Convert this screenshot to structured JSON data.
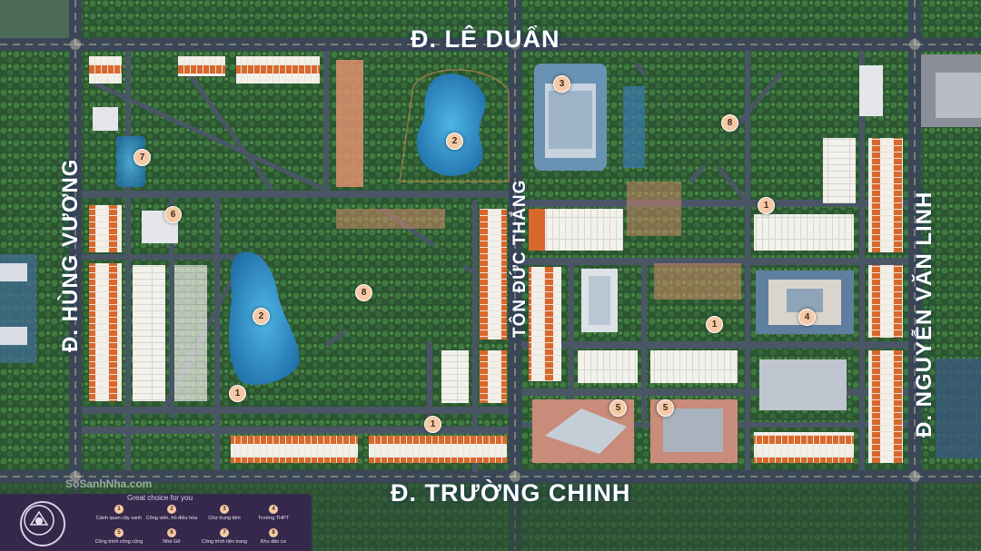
{
  "roads": {
    "top": "Đ. LÊ DUẨN",
    "bottom": "Đ. TRƯỜNG CHINH",
    "left": "Đ. HÙNG VƯƠNG",
    "right": "Đ. NGUYỄN VĂN LINH",
    "center": "TÔN ĐỨC THẮNG"
  },
  "markers": [
    "1",
    "1",
    "1",
    "1",
    "2",
    "2",
    "3",
    "4",
    "5",
    "5",
    "6",
    "7",
    "8",
    "8"
  ],
  "legend": {
    "tagline": "Great choice for you",
    "items": [
      {
        "num": "1",
        "label": "Cảnh quan cây xanh"
      },
      {
        "num": "2",
        "label": "Công viên, hồ điều hòa"
      },
      {
        "num": "3",
        "label": "Chợ trung tâm"
      },
      {
        "num": "4",
        "label": "Trường THPT"
      },
      {
        "num": "5",
        "label": "Công trình công cộng"
      },
      {
        "num": "6",
        "label": "Nhà Gỡ"
      },
      {
        "num": "7",
        "label": "Công trình tiện trang"
      },
      {
        "num": "8",
        "label": "Khu dân cư"
      }
    ]
  },
  "watermark": "SoSanhNha.com",
  "colors": {
    "greenery": "#2f5a34",
    "road": "#3b4a5c",
    "roof_orange": "#d9682c",
    "water": "#2a8fc9",
    "legend_bg": "#362650",
    "marker": "#f6c9a6"
  }
}
